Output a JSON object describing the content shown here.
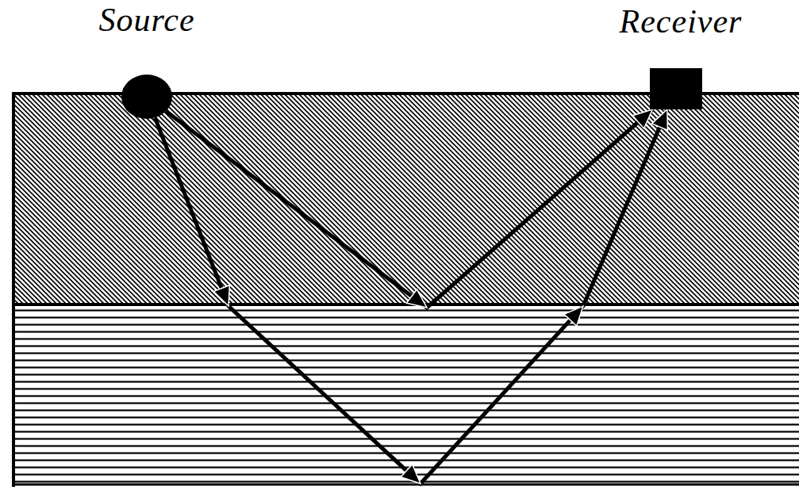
{
  "diagram": {
    "nodes": [
      {
        "text": [
          "Source"
        ]
      },
      {
        "text": [
          "Receiver"
        ]
      }
    ],
    "edges": [
      {
        "from": 0,
        "to": 1,
        "arrow": "to"
      },
      {
        "from": 0,
        "to": 1,
        "arrow": "to"
      }
    ]
  }
}
